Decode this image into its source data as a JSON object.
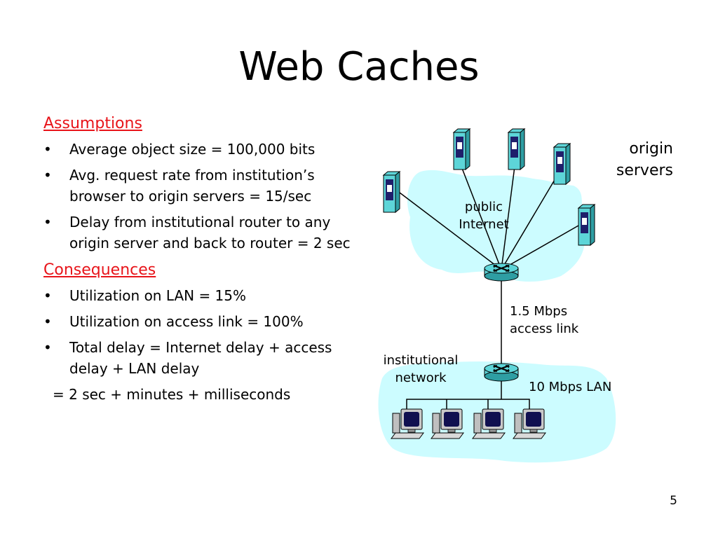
{
  "slide": {
    "title": "Web Caches",
    "page_number": "5"
  },
  "assumptions": {
    "heading": "Assumptions",
    "bullet": "•",
    "items": [
      "Average object size = 100,000 bits",
      "Avg. request rate from institution’s browser to origin servers = 15/sec",
      "Delay from institutional router to any origin server and back to router  = 2 sec"
    ]
  },
  "consequences": {
    "heading": "Consequences",
    "bullet": "•",
    "items": [
      "Utilization on LAN = 15%",
      "Utilization on access link = 100%",
      "Total delay   = Internet delay + access delay + LAN delay"
    ],
    "formula": "=  2 sec + minutes + milliseconds"
  },
  "diagram": {
    "origin_servers": [
      "origin",
      "servers"
    ],
    "public_internet": [
      "public",
      "Internet"
    ],
    "access_link": [
      "1.5 Mbps",
      "access link"
    ],
    "institutional_network": [
      "institutional",
      "network"
    ],
    "lan": "10 Mbps LAN",
    "server_icon": "server-icon",
    "router_icon": "router-icon",
    "computer_icon": "computer-icon",
    "colors": {
      "cloud": "#ccfcff",
      "device": "#5dd5d8",
      "link": "#000000"
    }
  }
}
